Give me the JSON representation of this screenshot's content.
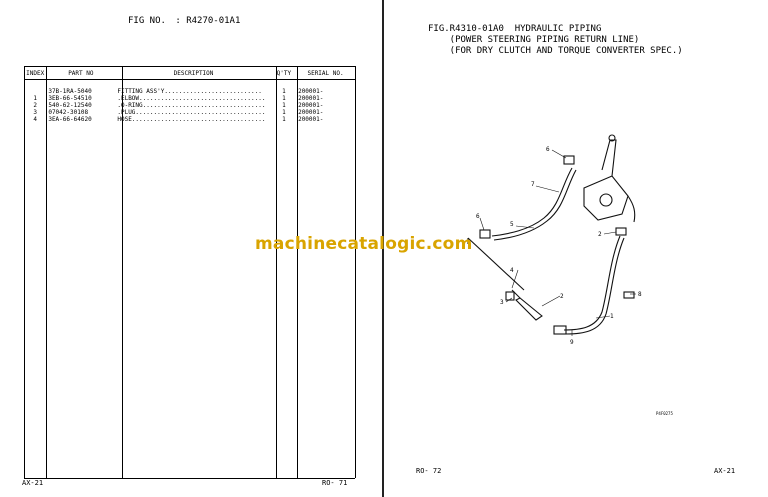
{
  "left_page": {
    "fig_no_label": "FIG NO.",
    "fig_no_value": ": R4270-01A1",
    "table": {
      "headers": [
        "INDEX",
        "PART NO",
        "DESCRIPTION",
        "Q'TY",
        "SERIAL NO."
      ],
      "rows": [
        {
          "index": "",
          "part_no": "37B-1RA-5040",
          "description": "FITTING ASS'Y...........................",
          "qty": "1",
          "serial": "200001-"
        },
        {
          "index": "1",
          "part_no": "3EB-66-54510",
          "description": ".ELBOW...................................",
          "qty": "1",
          "serial": "200001-"
        },
        {
          "index": "2",
          "part_no": "540-62-12540",
          "description": ".O-RING..................................",
          "qty": "1",
          "serial": "200001-"
        },
        {
          "index": "3",
          "part_no": "07042-30108",
          "description": ".PLUG....................................",
          "qty": "1",
          "serial": "200001-"
        },
        {
          "index": "4",
          "part_no": "3EA-66-64620",
          "description": "HOSE.....................................",
          "qty": "1",
          "serial": "200001-"
        }
      ]
    },
    "footer_left": "AX-21",
    "footer_right": "RO-   71"
  },
  "right_page": {
    "title_lines": [
      "FIG.R4310-01A0  HYDRAULIC PIPING",
      "    (POWER STEERING PIPING RETURN LINE)",
      "    (FOR DRY CLUTCH AND TORQUE CONVERTER SPEC.)"
    ],
    "callouts": [
      "6",
      "7",
      "5",
      "6",
      "2",
      "4",
      "3",
      "2",
      "1",
      "8",
      "9"
    ],
    "drawing_code": "P4F0275",
    "footer_left": "RO-   72",
    "footer_right": "AX-21"
  },
  "watermark": "machinecatalogic.com"
}
